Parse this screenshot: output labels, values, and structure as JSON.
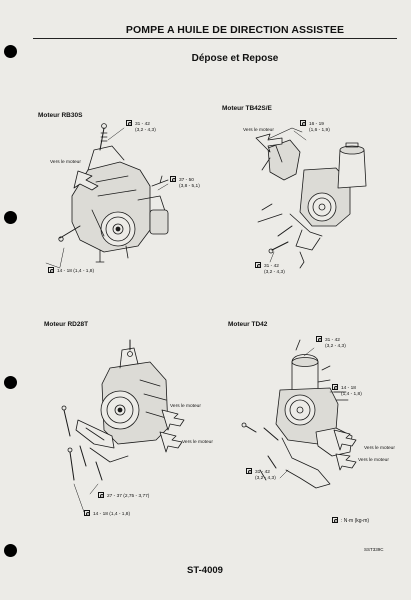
{
  "header": {
    "title": "POMPE A HUILE DE DIRECTION ASSISTEE",
    "subtitle": "Dépose et Repose"
  },
  "panels": {
    "rb30s": {
      "title": "Moteur RB30S",
      "direction": "Vers le moteur",
      "torques": [
        {
          "value": "31 - 42",
          "kgm": "(3,2 - 4,3)"
        },
        {
          "value": "37 - 50",
          "kgm": "(3,8 - 5,1)"
        },
        {
          "value": "14 - 18 (1,4 - 1,8)"
        }
      ]
    },
    "tb42s": {
      "title": "Moteur TB42S/E",
      "direction": "Vers le moteur",
      "torques": [
        {
          "value": "16 - 19",
          "kgm": "(1,6 - 1,9)"
        },
        {
          "value": "31 - 42",
          "kgm": "(3,2 - 4,3)"
        }
      ]
    },
    "rd28t": {
      "title": "Moteur RD28T",
      "directions": [
        "Vers le moteur",
        "Vers le moteur"
      ],
      "torques": [
        {
          "value": "27 - 37 (2,75 - 3,77)"
        },
        {
          "value": "14 - 18 (1,4 - 1,8)"
        }
      ]
    },
    "td42": {
      "title": "Moteur TD42",
      "directions": [
        "Vers le moteur",
        "Vers le moteur"
      ],
      "torques": [
        {
          "value": "31 - 42",
          "kgm": "(3,2 - 4,3)"
        },
        {
          "value": "14 - 18",
          "kgm": "(1,4 - 1,8)"
        },
        {
          "value": "31 - 42",
          "kgm": "(3,2 - 4,3)"
        }
      ]
    }
  },
  "footer": {
    "legend": ": N·m (kg-m)",
    "ref_code": "SST339C",
    "page_number": "ST-4009"
  }
}
